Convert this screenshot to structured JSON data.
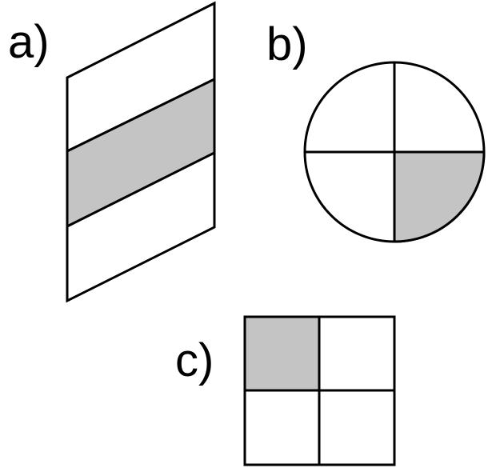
{
  "figures": [
    {
      "label": "a)",
      "shape": "parallelogram",
      "parts": 3,
      "shaded_parts": 1,
      "shaded_index": 1
    },
    {
      "label": "b)",
      "shape": "circle",
      "parts": 4,
      "shaded_parts": 1,
      "shaded_index": "bottom-right"
    },
    {
      "label": "c)",
      "shape": "square",
      "parts": 4,
      "shaded_parts": 1,
      "shaded_index": "top-left"
    }
  ],
  "colors": {
    "shade": "#c4c4c4",
    "stroke": "#000000",
    "background": "#ffffff"
  }
}
